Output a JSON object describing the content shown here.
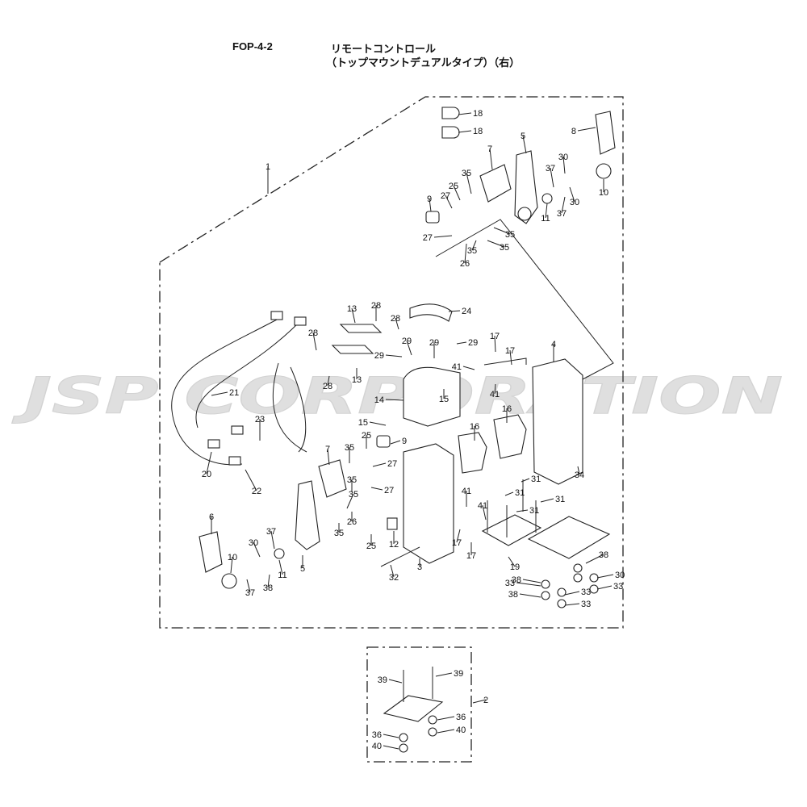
{
  "header": {
    "code": "FOP-4-2",
    "title_line1": "リモートコントロール",
    "title_line2": "（トップマウントデュアルタイプ）（右）"
  },
  "watermark": {
    "text": "JSP CORPORATION",
    "color": "#d9d9d9"
  },
  "callouts": [
    {
      "n": "18"
    },
    {
      "n": "18"
    },
    {
      "n": "5"
    },
    {
      "n": "8"
    },
    {
      "n": "7"
    },
    {
      "n": "30"
    },
    {
      "n": "35"
    },
    {
      "n": "37"
    },
    {
      "n": "25"
    },
    {
      "n": "30"
    },
    {
      "n": "27"
    },
    {
      "n": "10"
    },
    {
      "n": "9"
    },
    {
      "n": "11"
    },
    {
      "n": "37"
    },
    {
      "n": "35"
    },
    {
      "n": "27"
    },
    {
      "n": "35"
    },
    {
      "n": "35"
    },
    {
      "n": "26"
    },
    {
      "n": "1"
    },
    {
      "n": "24"
    },
    {
      "n": "28"
    },
    {
      "n": "13"
    },
    {
      "n": "28"
    },
    {
      "n": "28"
    },
    {
      "n": "29"
    },
    {
      "n": "29"
    },
    {
      "n": "29"
    },
    {
      "n": "17"
    },
    {
      "n": "17"
    },
    {
      "n": "4"
    },
    {
      "n": "29"
    },
    {
      "n": "41"
    },
    {
      "n": "41"
    },
    {
      "n": "28"
    },
    {
      "n": "13"
    },
    {
      "n": "21"
    },
    {
      "n": "14"
    },
    {
      "n": "15"
    },
    {
      "n": "23"
    },
    {
      "n": "15"
    },
    {
      "n": "16"
    },
    {
      "n": "16"
    },
    {
      "n": "25"
    },
    {
      "n": "9"
    },
    {
      "n": "7"
    },
    {
      "n": "35"
    },
    {
      "n": "27"
    },
    {
      "n": "34"
    },
    {
      "n": "20"
    },
    {
      "n": "22"
    },
    {
      "n": "35"
    },
    {
      "n": "35"
    },
    {
      "n": "27"
    },
    {
      "n": "31"
    },
    {
      "n": "31"
    },
    {
      "n": "41"
    },
    {
      "n": "31"
    },
    {
      "n": "31"
    },
    {
      "n": "41"
    },
    {
      "n": "26"
    },
    {
      "n": "35"
    },
    {
      "n": "6"
    },
    {
      "n": "17"
    },
    {
      "n": "12"
    },
    {
      "n": "37"
    },
    {
      "n": "17"
    },
    {
      "n": "30"
    },
    {
      "n": "10"
    },
    {
      "n": "25"
    },
    {
      "n": "38"
    },
    {
      "n": "11"
    },
    {
      "n": "5"
    },
    {
      "n": "3"
    },
    {
      "n": "19"
    },
    {
      "n": "32"
    },
    {
      "n": "33"
    },
    {
      "n": "38"
    },
    {
      "n": "30"
    },
    {
      "n": "37"
    },
    {
      "n": "38"
    },
    {
      "n": "33"
    },
    {
      "n": "33"
    },
    {
      "n": "38"
    },
    {
      "n": "33"
    },
    {
      "n": "39"
    },
    {
      "n": "39"
    },
    {
      "n": "2"
    },
    {
      "n": "36"
    },
    {
      "n": "36"
    },
    {
      "n": "40"
    },
    {
      "n": "40"
    }
  ]
}
